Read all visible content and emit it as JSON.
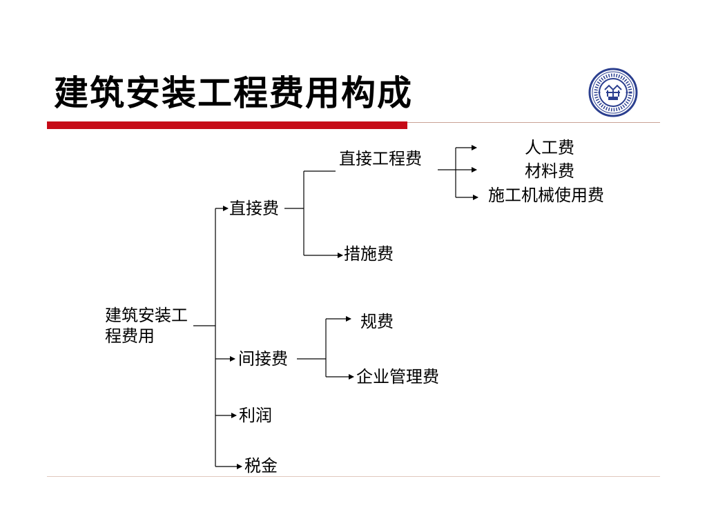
{
  "slide": {
    "title": "建筑安装工程费用构成"
  },
  "diagram": {
    "root": "建筑安装工程费用",
    "direct_fee": "直接费",
    "direct_engineering_fee": "直接工程费",
    "labor_fee": "人工费",
    "material_fee": "材料费",
    "machinery_fee": "施工机械使用费",
    "measures_fee": "措施费",
    "indirect_fee": "间接费",
    "regulatory_fee": "规费",
    "management_fee": "企业管理费",
    "profit": "利润",
    "tax": "税金"
  },
  "colors": {
    "accent": "#c60b17",
    "rule": "#c9a195",
    "logo_blue": "#2b3f8f"
  },
  "logo": {
    "icon": "university-seal-icon"
  }
}
